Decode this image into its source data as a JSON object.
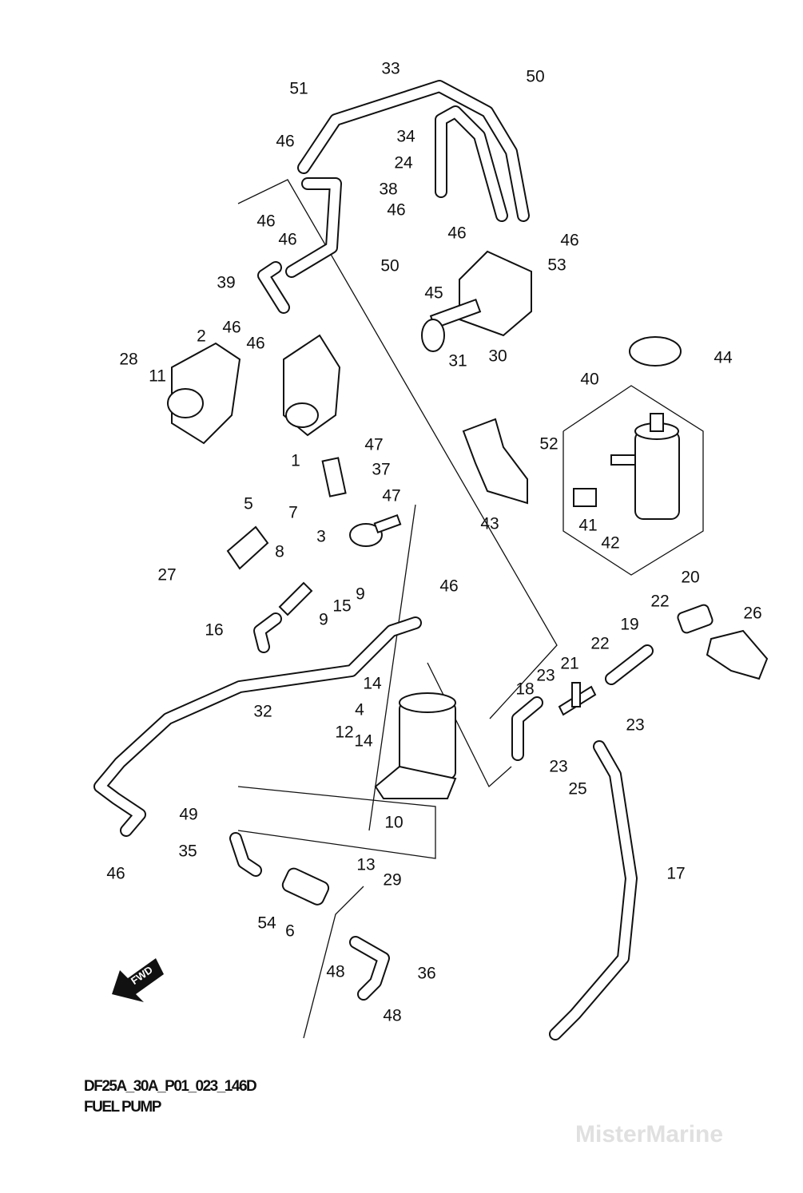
{
  "diagram": {
    "code": "DF25A_30A_P01_023_146D",
    "title": "FUEL PUMP",
    "watermark": "MisterMarine",
    "fwd_label": "FWD",
    "callouts": [
      "33",
      "51",
      "50",
      "34",
      "46",
      "24",
      "38",
      "46",
      "46",
      "46",
      "46",
      "46",
      "50",
      "53",
      "39",
      "45",
      "46",
      "46",
      "2",
      "28",
      "11",
      "31",
      "30",
      "44",
      "40",
      "1",
      "47",
      "37",
      "52",
      "47",
      "5",
      "7",
      "43",
      "41",
      "42",
      "3",
      "8",
      "27",
      "9",
      "15",
      "9",
      "46",
      "20",
      "22",
      "26",
      "16",
      "19",
      "22",
      "21",
      "23",
      "14",
      "18",
      "4",
      "32",
      "23",
      "12",
      "14",
      "23",
      "25",
      "49",
      "10",
      "35",
      "46",
      "17",
      "13",
      "29",
      "54",
      "6",
      "48",
      "36",
      "48"
    ]
  }
}
